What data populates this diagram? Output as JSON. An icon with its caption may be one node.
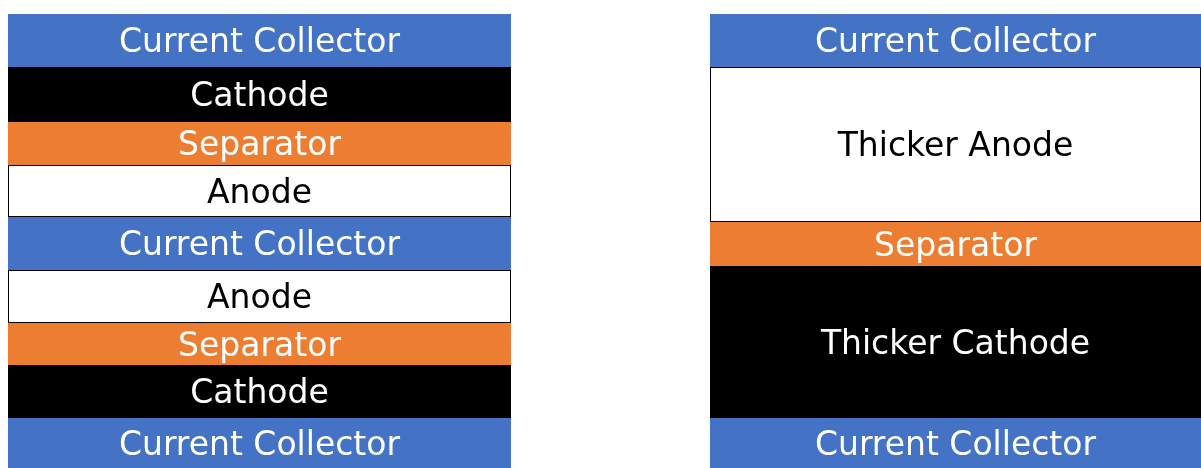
{
  "diagram": {
    "nodes": [
      {
        "text": [
          "Current Collector"
        ]
      },
      {
        "text": [
          "Cathode"
        ]
      },
      {
        "text": [
          "Separator"
        ]
      },
      {
        "text": [
          "Anode"
        ]
      },
      {
        "text": [
          "Current Collector"
        ]
      },
      {
        "text": [
          "Anode"
        ]
      },
      {
        "text": [
          "Separator"
        ]
      },
      {
        "text": [
          "Cathode"
        ]
      },
      {
        "text": [
          "Current Collector"
        ]
      },
      {
        "text": [
          "Current Collector"
        ]
      },
      {
        "text": [
          "Thicker Anode"
        ]
      },
      {
        "text": [
          "Separator"
        ]
      },
      {
        "text": [
          "Thicker Cathode"
        ]
      },
      {
        "text": [
          "Current Collector"
        ]
      }
    ],
    "edges": []
  }
}
